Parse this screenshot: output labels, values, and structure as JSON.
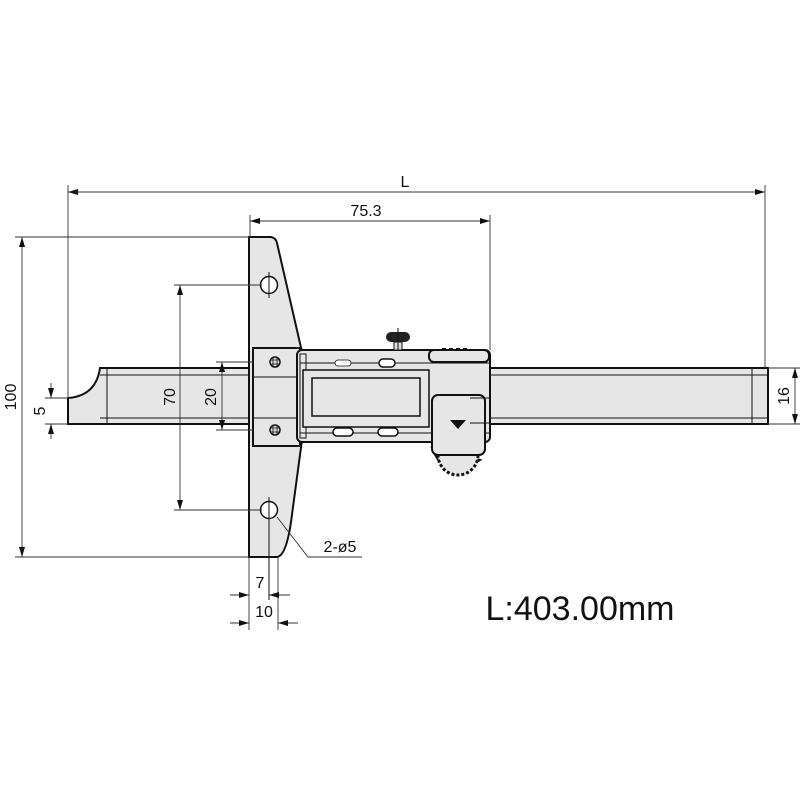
{
  "dimensions": {
    "overall_length": "L",
    "slider_width": "75.3",
    "base_height": "100",
    "hole_spacing": "70",
    "beam_width": "20",
    "hook_height": "5",
    "beam_end_height": "16",
    "hole_spec": "2-ø5",
    "hole_offset": "7",
    "base_thickness": "10"
  },
  "length_note": "L:403.00mm",
  "colors": {
    "fill": "#e6e6e6",
    "line": "#111111"
  }
}
